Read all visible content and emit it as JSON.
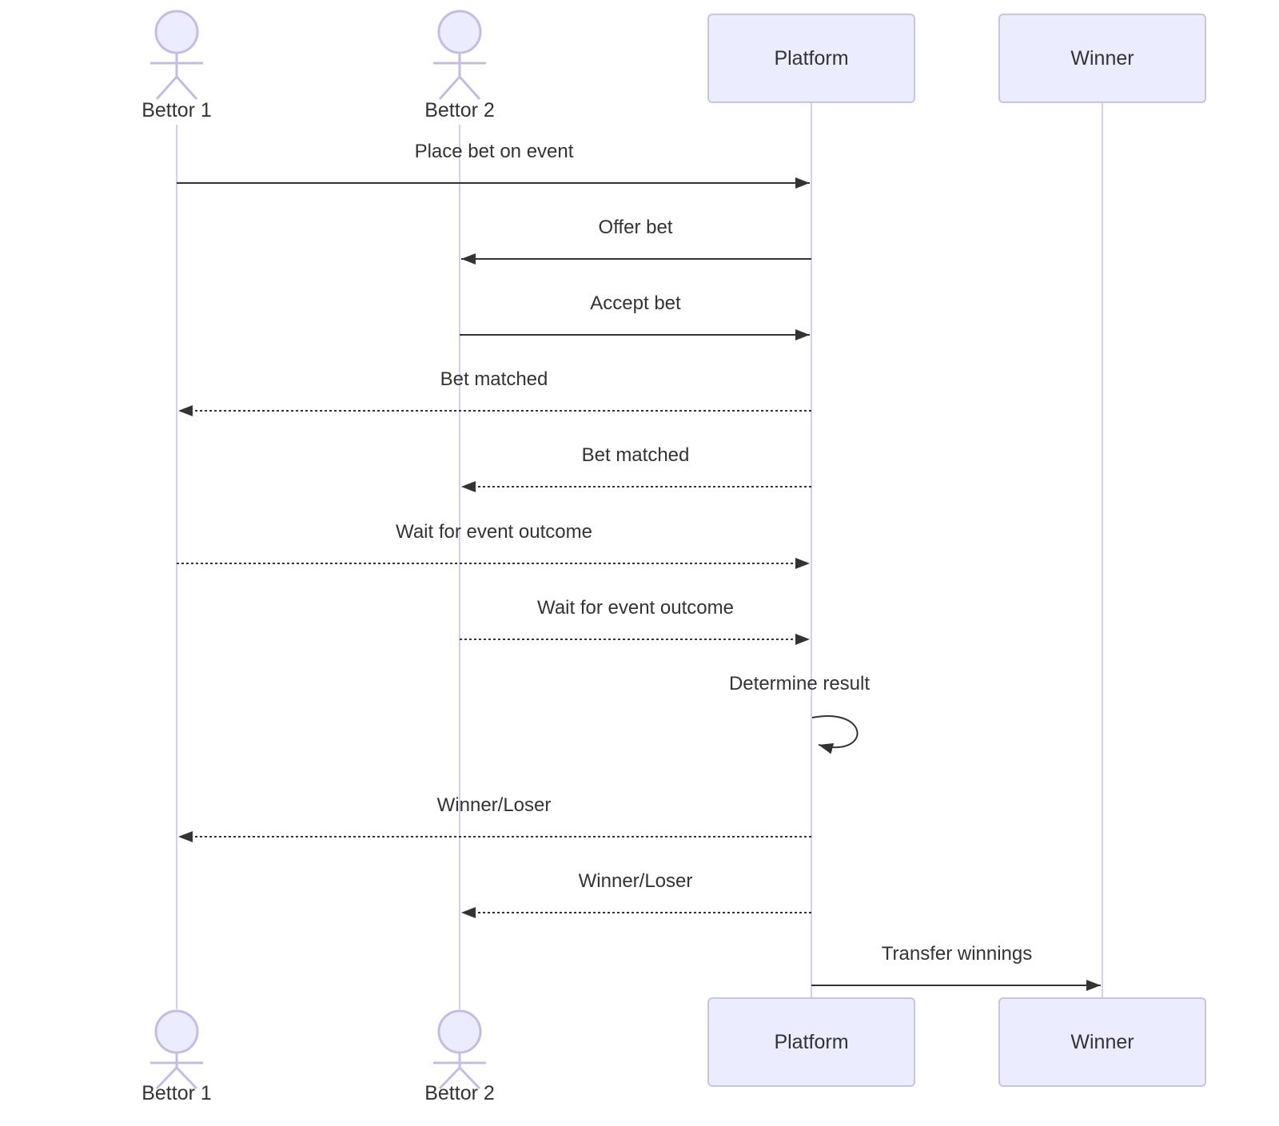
{
  "diagram": {
    "type": "sequence-diagram",
    "actors": [
      {
        "name": "Bettor 1",
        "kind": "actor"
      },
      {
        "name": "Bettor 2",
        "kind": "actor"
      },
      {
        "name": "Platform",
        "kind": "participant"
      },
      {
        "name": "Winner",
        "kind": "participant"
      }
    ],
    "messages": [
      {
        "from": "Bettor 1",
        "to": "Platform",
        "label": "Place bet on event",
        "line": "solid"
      },
      {
        "from": "Platform",
        "to": "Bettor 2",
        "label": "Offer bet",
        "line": "solid"
      },
      {
        "from": "Bettor 2",
        "to": "Platform",
        "label": "Accept bet",
        "line": "solid"
      },
      {
        "from": "Platform",
        "to": "Bettor 1",
        "label": "Bet matched",
        "line": "dashed"
      },
      {
        "from": "Platform",
        "to": "Bettor 2",
        "label": "Bet matched",
        "line": "dashed"
      },
      {
        "from": "Bettor 1",
        "to": "Platform",
        "label": "Wait for event outcome",
        "line": "dashed"
      },
      {
        "from": "Bettor 2",
        "to": "Platform",
        "label": "Wait for event outcome",
        "line": "dashed"
      },
      {
        "from": "Platform",
        "to": "Platform",
        "label": "Determine result",
        "line": "self-loop"
      },
      {
        "from": "Platform",
        "to": "Bettor 1",
        "label": "Winner/Loser",
        "line": "dashed"
      },
      {
        "from": "Platform",
        "to": "Bettor 2",
        "label": "Winner/Loser",
        "line": "dashed"
      },
      {
        "from": "Platform",
        "to": "Winner",
        "label": "Transfer winnings",
        "line": "solid"
      }
    ],
    "colors": {
      "participant_fill": "#ECECFF",
      "participant_border": "#C9C2E4",
      "actor_figure_stroke": "#C5BCE4",
      "lifeline": "#D5CCEE",
      "arrow": "#333333",
      "text": "#333333",
      "background": "#FFFFFF"
    }
  }
}
